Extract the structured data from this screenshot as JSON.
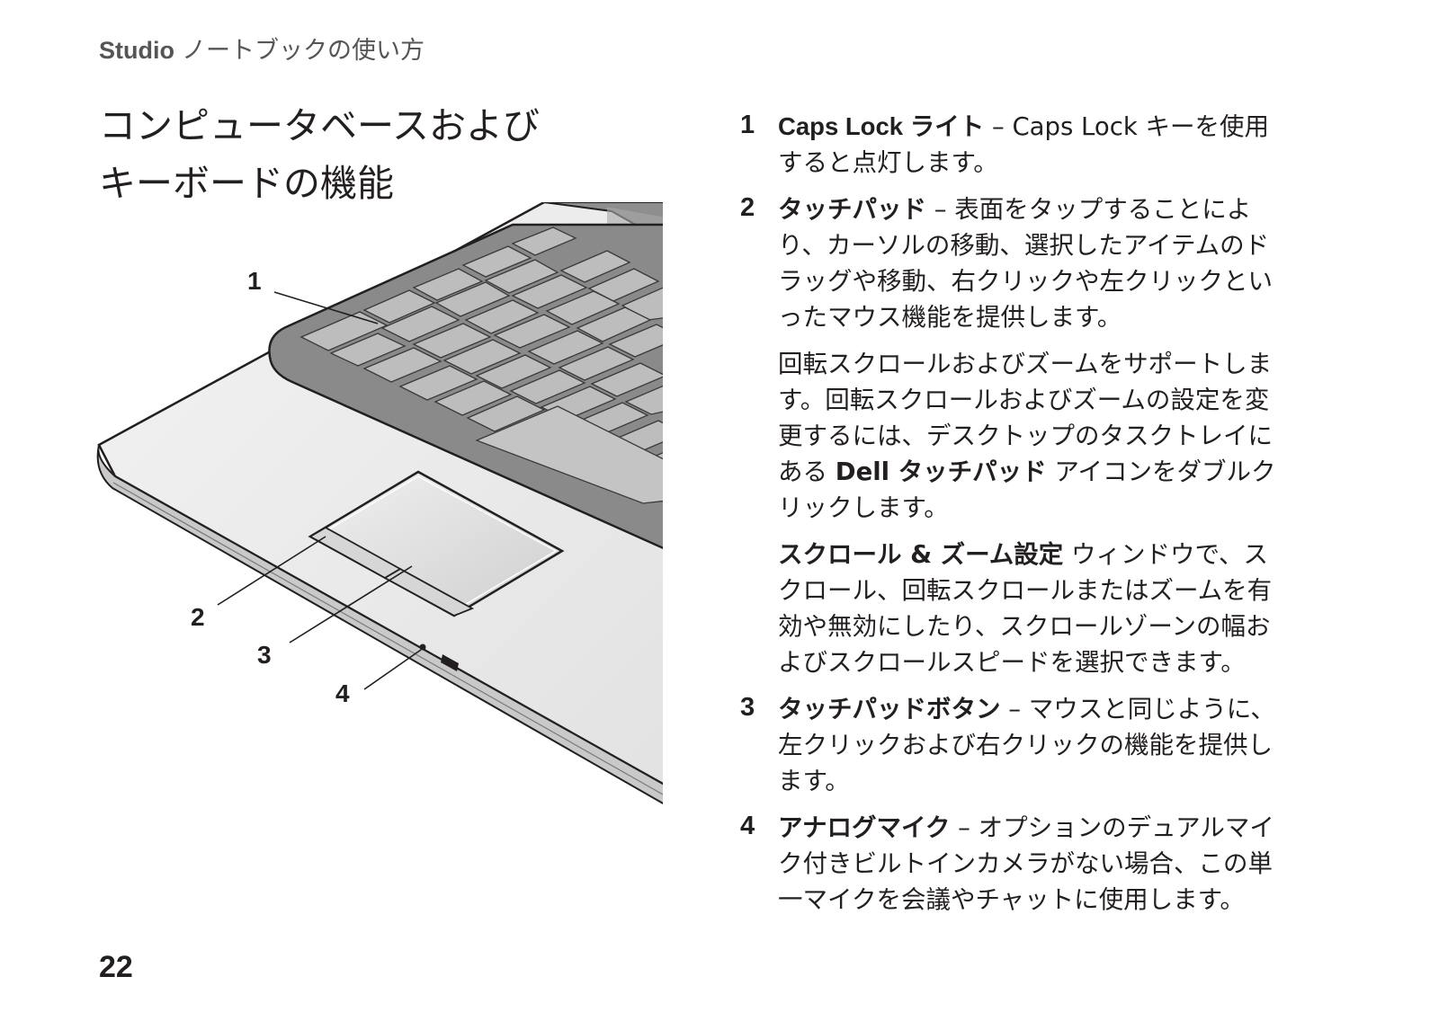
{
  "header": {
    "brand": "Studio",
    "section": "ノートブックの使い方"
  },
  "title": {
    "line1": "コンピュータベースおよび",
    "line2": "キーボードの機能"
  },
  "figure": {
    "callouts": [
      "1",
      "2",
      "3",
      "4"
    ]
  },
  "items": [
    {
      "number": "1",
      "p1": {
        "term": "Caps Lock ライト",
        "sep": " – ",
        "text": "Caps Lock キーを使用すると点灯します。"
      }
    },
    {
      "number": "2",
      "p1": {
        "term": "タッチパッド",
        "sep": " – ",
        "text": "表面をタップすることにより、カーソルの移動、選択したアイテムのドラッグや移動、右クリックや左クリックといったマウス機能を提供します。"
      },
      "p2": {
        "before": "回転スクロールおよびズームをサポートします。回転スクロールおよびズームの設定を変更するには、デスクトップのタスクトレイにある ",
        "term": "Dell タッチパッド",
        "after": " アイコンをダブルクリックします。"
      },
      "p3": {
        "term": "スクロール & ズーム設定",
        "after": " ウィンドウで、スクロール、回転スクロールまたはズームを有効や無効にしたり、スクロールゾーンの幅およびスクロールスピードを選択できます。"
      }
    },
    {
      "number": "3",
      "p1": {
        "term": "タッチパッドボタン",
        "sep": " – ",
        "text": "マウスと同じように、左クリックおよび右クリックの機能を提供します。"
      }
    },
    {
      "number": "4",
      "p1": {
        "term": "アナログマイク",
        "sep": " – ",
        "text": "オプションのデュアルマイク付きビルトインカメラがない場合、この単一マイクを会議やチャットに使用します。"
      }
    }
  ],
  "page_number": "22"
}
